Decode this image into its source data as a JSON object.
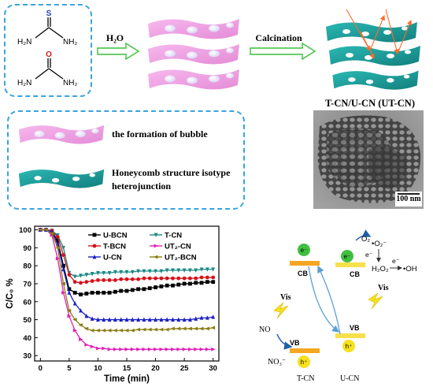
{
  "scheme": {
    "thiourea": {
      "s": "S",
      "h2n": "H₂N",
      "nh2": "NH₂"
    },
    "urea": {
      "o": "O",
      "h2n": "H₂N",
      "nh2": "NH₂"
    },
    "step1_label": "H₂O",
    "step2_label": "Calcination",
    "product_label": "T-CN/U-CN (UT-CN)",
    "legend": {
      "bubble": "the formation of bubble",
      "honeycomb_line1": "Honeycomb structure isotype",
      "honeycomb_line2": "heterojunction"
    },
    "tem_scale": "100 nm"
  },
  "chart_data": {
    "type": "line",
    "title": "",
    "xlabel": "Time (min)",
    "ylabel": "C/C₀ %",
    "xlim": [
      -1,
      31
    ],
    "ylim": [
      27,
      102
    ],
    "xticks": [
      0,
      5,
      10,
      15,
      20,
      25,
      30
    ],
    "yticks": [
      30,
      40,
      50,
      60,
      70,
      80,
      90,
      100
    ],
    "grid": false,
    "legend_position": "top-right",
    "x": [
      0,
      1,
      2,
      3,
      4,
      5,
      6,
      7,
      8,
      9,
      10,
      11,
      12,
      13,
      14,
      15,
      16,
      17,
      18,
      19,
      20,
      21,
      22,
      23,
      24,
      25,
      26,
      27,
      28,
      29,
      30
    ],
    "series": [
      {
        "name": "U-BCN",
        "color": "#000000",
        "marker": "square",
        "values": [
          100,
          100,
          99,
          94,
          80,
          67,
          65,
          64,
          64.5,
          65,
          65,
          65,
          65,
          65.5,
          66,
          66,
          66.5,
          67,
          67,
          67.5,
          68,
          68.5,
          69,
          69,
          69.5,
          70,
          70,
          70.5,
          70.5,
          71,
          71
        ]
      },
      {
        "name": "T-CN",
        "color": "#1a8a86",
        "marker": "triangle-down",
        "values": [
          100,
          100,
          99.5,
          97,
          90,
          76,
          74,
          74.5,
          75,
          75.5,
          76,
          76,
          76,
          76.5,
          76.5,
          76.5,
          76.5,
          77,
          77,
          77,
          77,
          77,
          77.5,
          77.5,
          77.5,
          77.5,
          77.5,
          77.5,
          78,
          78,
          78
        ]
      },
      {
        "name": "T-BCN",
        "color": "#d8101a",
        "marker": "circle",
        "values": [
          100,
          100,
          99.5,
          96,
          86,
          75,
          71,
          70.5,
          71,
          71.5,
          72,
          72,
          72,
          72,
          72.5,
          72.5,
          72.5,
          72.5,
          73,
          73,
          73,
          73,
          73,
          73,
          73,
          73,
          73,
          73,
          73.5,
          73.5,
          73.5
        ]
      },
      {
        "name": "UT₂-CN",
        "color": "#e11fb8",
        "marker": "triangle-right",
        "values": [
          100,
          100,
          97,
          84,
          65,
          52,
          44,
          39,
          36,
          35,
          34,
          34,
          33.5,
          33.5,
          33.5,
          33.5,
          33.5,
          33.5,
          33.5,
          33.5,
          33.5,
          33.5,
          33.5,
          33.5,
          33.5,
          33.5,
          33.5,
          33.5,
          33.5,
          33.5,
          33.5
        ]
      },
      {
        "name": "U-CN",
        "color": "#1a1ec4",
        "marker": "triangle-up",
        "values": [
          100,
          100,
          99,
          92,
          78,
          65,
          59,
          55,
          52,
          50.5,
          50,
          50,
          50,
          50,
          50,
          50,
          50,
          50,
          50,
          50,
          50,
          50,
          50,
          50,
          50,
          50,
          50,
          50.5,
          51,
          51,
          51.5
        ]
      },
      {
        "name": "UT₂-BCN",
        "color": "#8a7d12",
        "marker": "triangle-left",
        "values": [
          100,
          100,
          98,
          90,
          70,
          55,
          50,
          47,
          45,
          44,
          44,
          44,
          44,
          44,
          44,
          44,
          44,
          44.5,
          44.5,
          44.5,
          44.5,
          44.5,
          44.5,
          45,
          45,
          45,
          45,
          45,
          45,
          45,
          45.5
        ]
      }
    ]
  },
  "mechanism": {
    "o2": "O₂",
    "o2_radical": "•O₂⁻",
    "e_minus": "e⁻",
    "h2o2": "H₂O₂",
    "oh_radical": "•OH",
    "cb_left": "CB",
    "cb_right": "CB",
    "vb_left": "VB",
    "vb_right": "VB",
    "vis_left": "Vis",
    "vis_right": "Vis",
    "no": "NO",
    "no3": "NO₃⁻",
    "electron": "e⁻",
    "hole": "h⁺",
    "semiconductor_left": "T-CN",
    "semiconductor_right": "U-CN"
  },
  "colors": {
    "sheet_pink": "#f2a0e6",
    "sheet_teal": "#1aa2a0",
    "dashed_border": "#3aa4dc",
    "arrow_green": "#3cbf3c",
    "band_orange": "#f5a623",
    "band_yellow": "#f6e04c",
    "electron_green": "#3fbf3f",
    "hole_yellow": "#f7e01f"
  }
}
